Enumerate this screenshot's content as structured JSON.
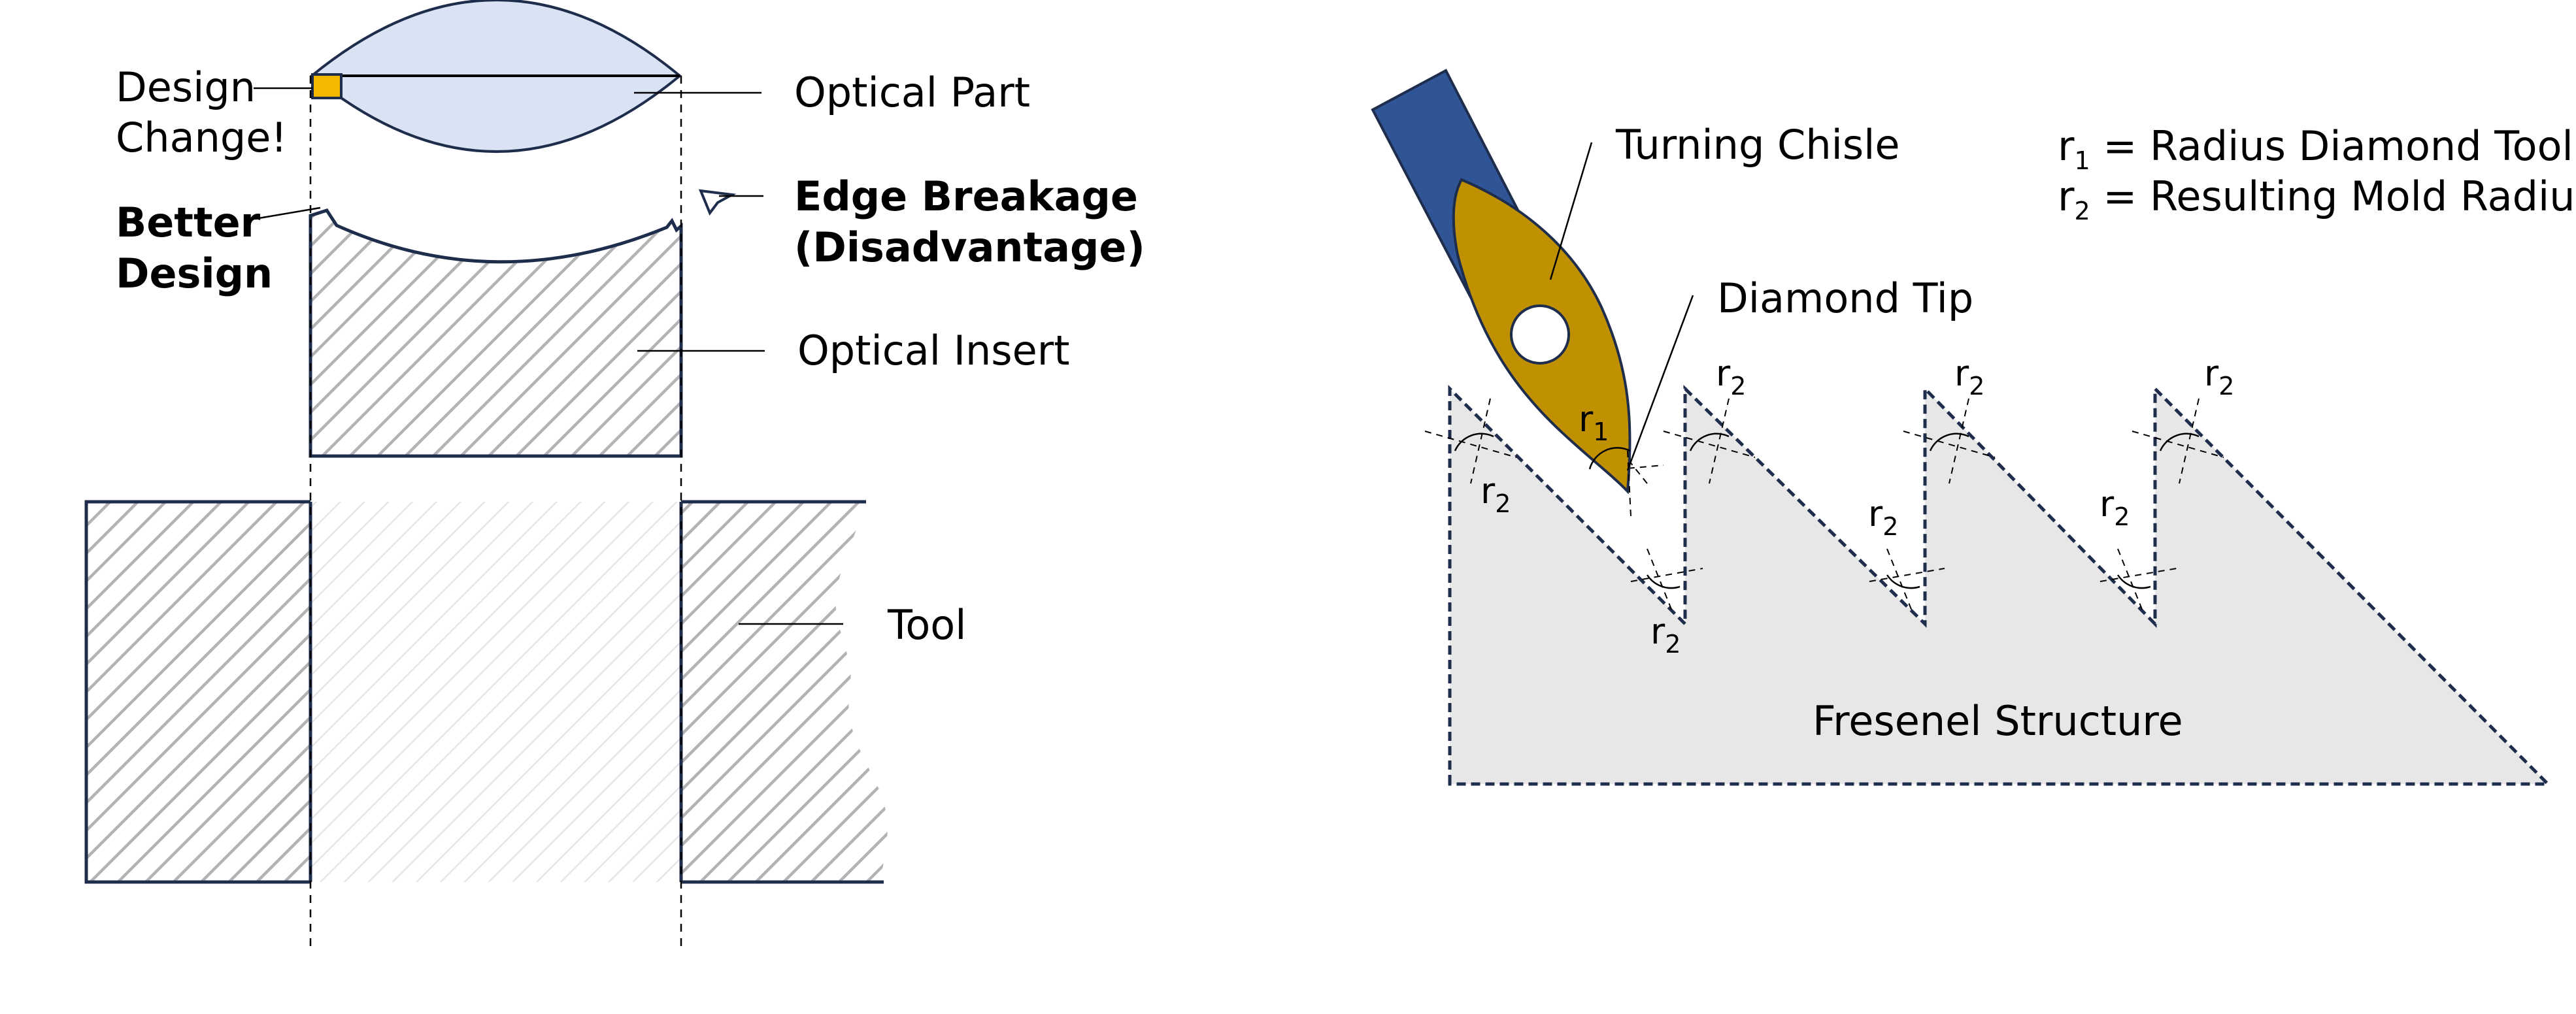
{
  "left_diagram": {
    "design_change_line1": "Design",
    "design_change_line2": "Change!",
    "optical_part": "Optical Part",
    "better_design_line1": "Better",
    "better_design_line2": "Design",
    "edge_breakage_line1": "Edge Breakage",
    "edge_breakage_line2": "(Disadvantage)",
    "optical_insert": "Optical Insert",
    "tool": "Tool"
  },
  "right_diagram": {
    "turning_chisle": "Turning Chisle",
    "diamond_tip": "Diamond Tip",
    "legend_r1_symbol": "r",
    "legend_r1_sub": "1",
    "legend_r1_text": " = Radius Diamond Tool",
    "legend_r2_symbol": "r",
    "legend_r2_sub": "2",
    "legend_r2_text": " = Resulting Mold Radius",
    "fresnel_structure": "Fresenel Structure",
    "r_symbol": "r",
    "r1_sub": "1",
    "r2_sub": "2"
  },
  "colors": {
    "outline": "#1f2d4d",
    "lens_fill": "#dae3f3",
    "design_change_marker": "#f5b800",
    "chisel_shank": "#2f5597",
    "chisel_insert": "#bf9000",
    "fresnel_fill": "#e7e7e7",
    "hatch": "#b0b0b0"
  }
}
